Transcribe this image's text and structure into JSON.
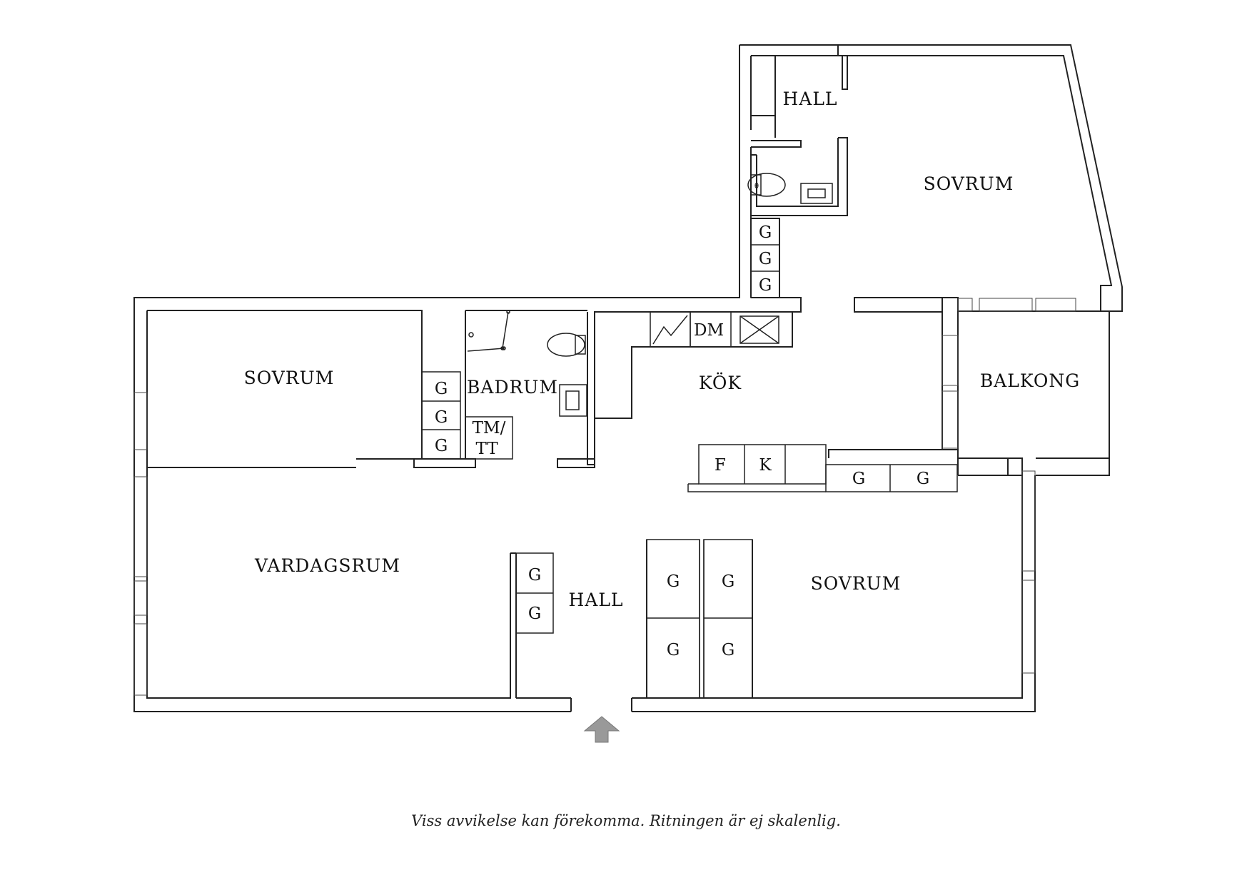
{
  "rooms": {
    "hall_top": "HALL",
    "sovrum_top_right": "SOVRUM",
    "sovrum_left": "SOVRUM",
    "badrum": "BADRUM",
    "kok": "KÖK",
    "balkong": "BALKONG",
    "vardagsrum": "VARDAGSRUM",
    "hall_entrance": "HALL",
    "sovrum_bottom_right": "SOVRUM"
  },
  "fixtures": {
    "wardrobe": "G",
    "dishwasher": "DM",
    "fridge": "F",
    "freezer": "K",
    "washer_dryer_line1": "TM/",
    "washer_dryer_line2": "TT"
  },
  "disclaimer": "Viss avvikelse kan förekomma. Ritningen är ej skalenlig.",
  "colors": {
    "wall": "#222222",
    "entrance_arrow": "#999999",
    "background": "#ffffff"
  }
}
